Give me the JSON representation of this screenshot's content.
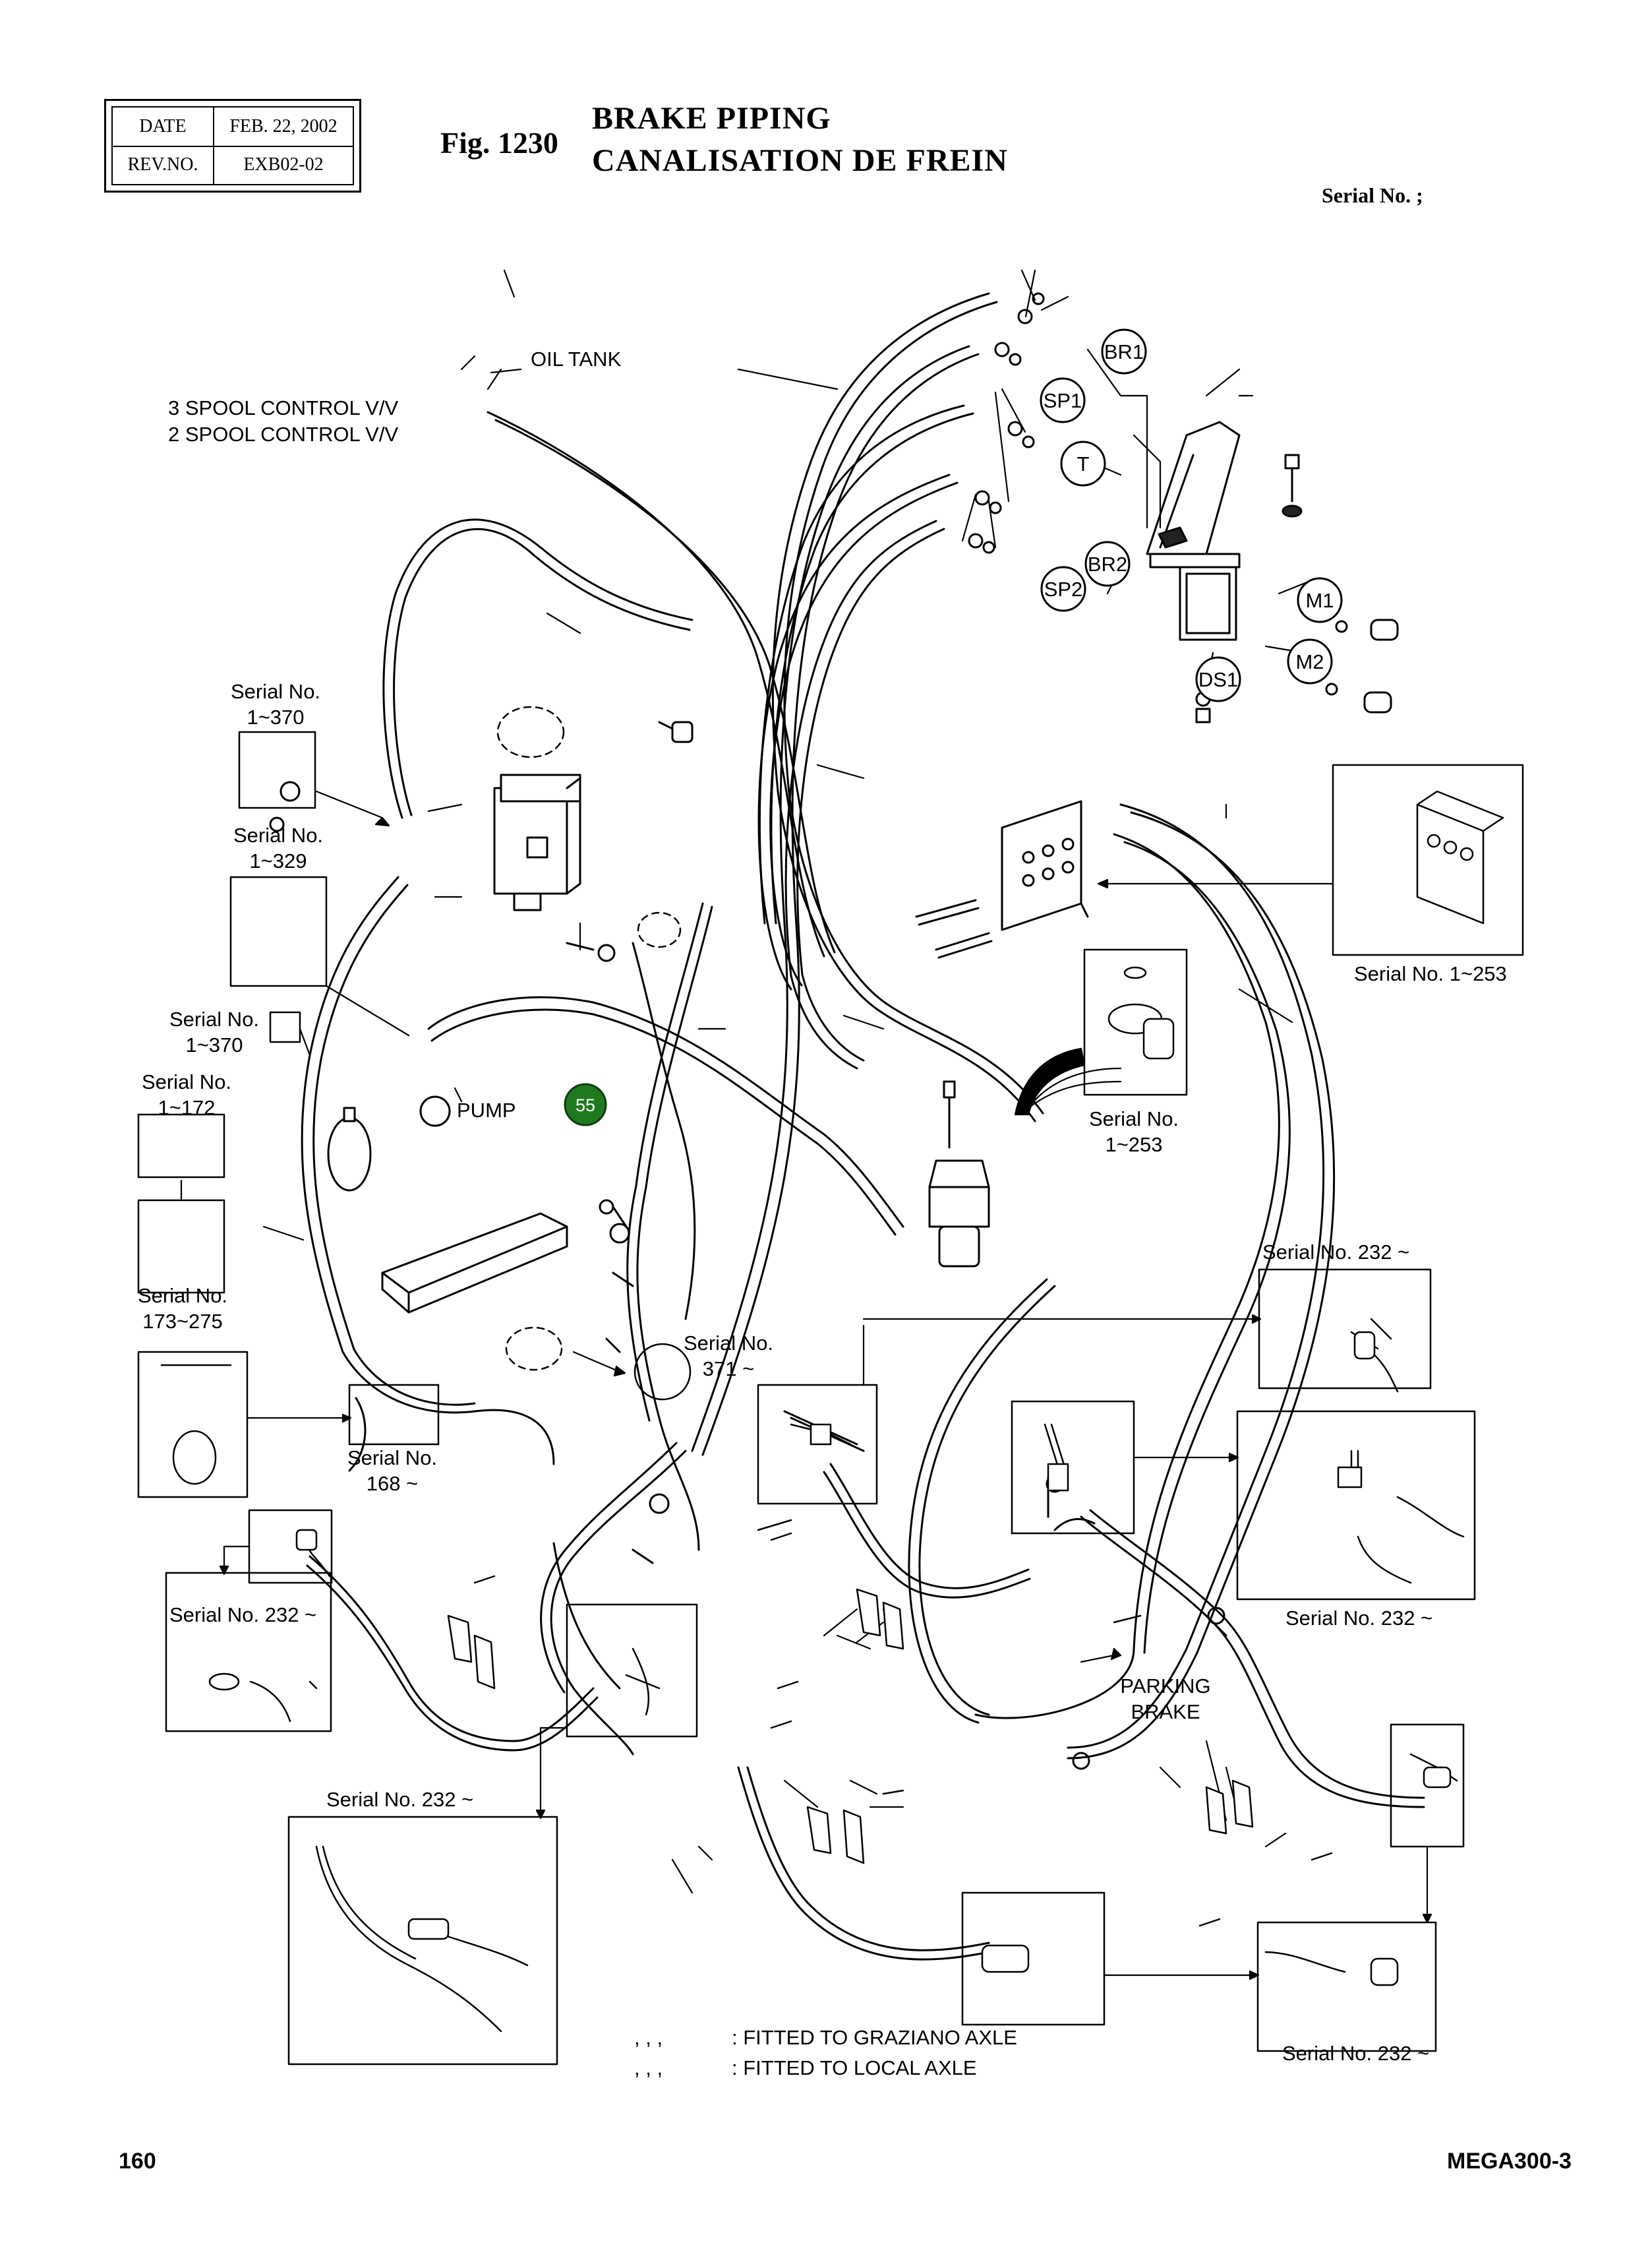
{
  "header": {
    "date_label": "DATE",
    "date_value": "FEB. 22, 2002",
    "rev_label": "REV.NO.",
    "rev_value": "EXB02-02",
    "fig_label": "Fig. 1230",
    "title_en": "BRAKE PIPING",
    "title_fr": "CANALISATION DE FREIN",
    "serial_label": "Serial No. ;"
  },
  "callouts": {
    "br1": "BR1",
    "sp1": "SP1",
    "t": "T",
    "br2": "BR2",
    "sp2": "SP2",
    "m1": "M1",
    "m2": "M2",
    "ds1": "DS1",
    "item55": "55"
  },
  "labels": {
    "oil_tank": "OIL TANK",
    "spool3": "3 SPOOL CONTROL V/V",
    "spool2": "2 SPOOL CONTROL V/V",
    "pump": "PUMP",
    "parking_brake_1": "PARKING",
    "parking_brake_2": "BRAKE",
    "sn_1_370_a_1": "Serial No.",
    "sn_1_370_a_2": "1~370",
    "sn_1_329_1": "Serial No.",
    "sn_1_329_2": "1~329",
    "sn_1_370_b_1": "Serial No.",
    "sn_1_370_b_2": "1~370",
    "sn_1_172_1": "Serial No.",
    "sn_1_172_2": "1~172",
    "sn_173_275_1": "Serial No.",
    "sn_173_275_2": "173~275",
    "sn_168_1": "Serial No.",
    "sn_168_2": "168 ~",
    "sn_371_1": "Serial No.",
    "sn_371_2": "371 ~",
    "sn_1_253_a": "Serial No. 1~253",
    "sn_1_253_b_1": "Serial No.",
    "sn_1_253_b_2": "1~253",
    "sn_232_a": "Serial No. 232 ~",
    "sn_232_b": "Serial No. 232 ~",
    "sn_232_c": "Serial No. 232 ~",
    "sn_232_d": "Serial No. 232 ~",
    "sn_232_e": "Serial No. 232 ~"
  },
  "legend": {
    "marks1": ",   ,   ,",
    "text1": ": FITTED TO GRAZIANO AXLE",
    "marks2": ",   ,   ,",
    "text2": ": FITTED TO  LOCAL AXLE"
  },
  "footer": {
    "page": "160",
    "model": "MEGA300-3"
  },
  "colors": {
    "ink": "#000000",
    "callout_fill": "#1f7a1f",
    "callout_text": "#ffffff"
  }
}
